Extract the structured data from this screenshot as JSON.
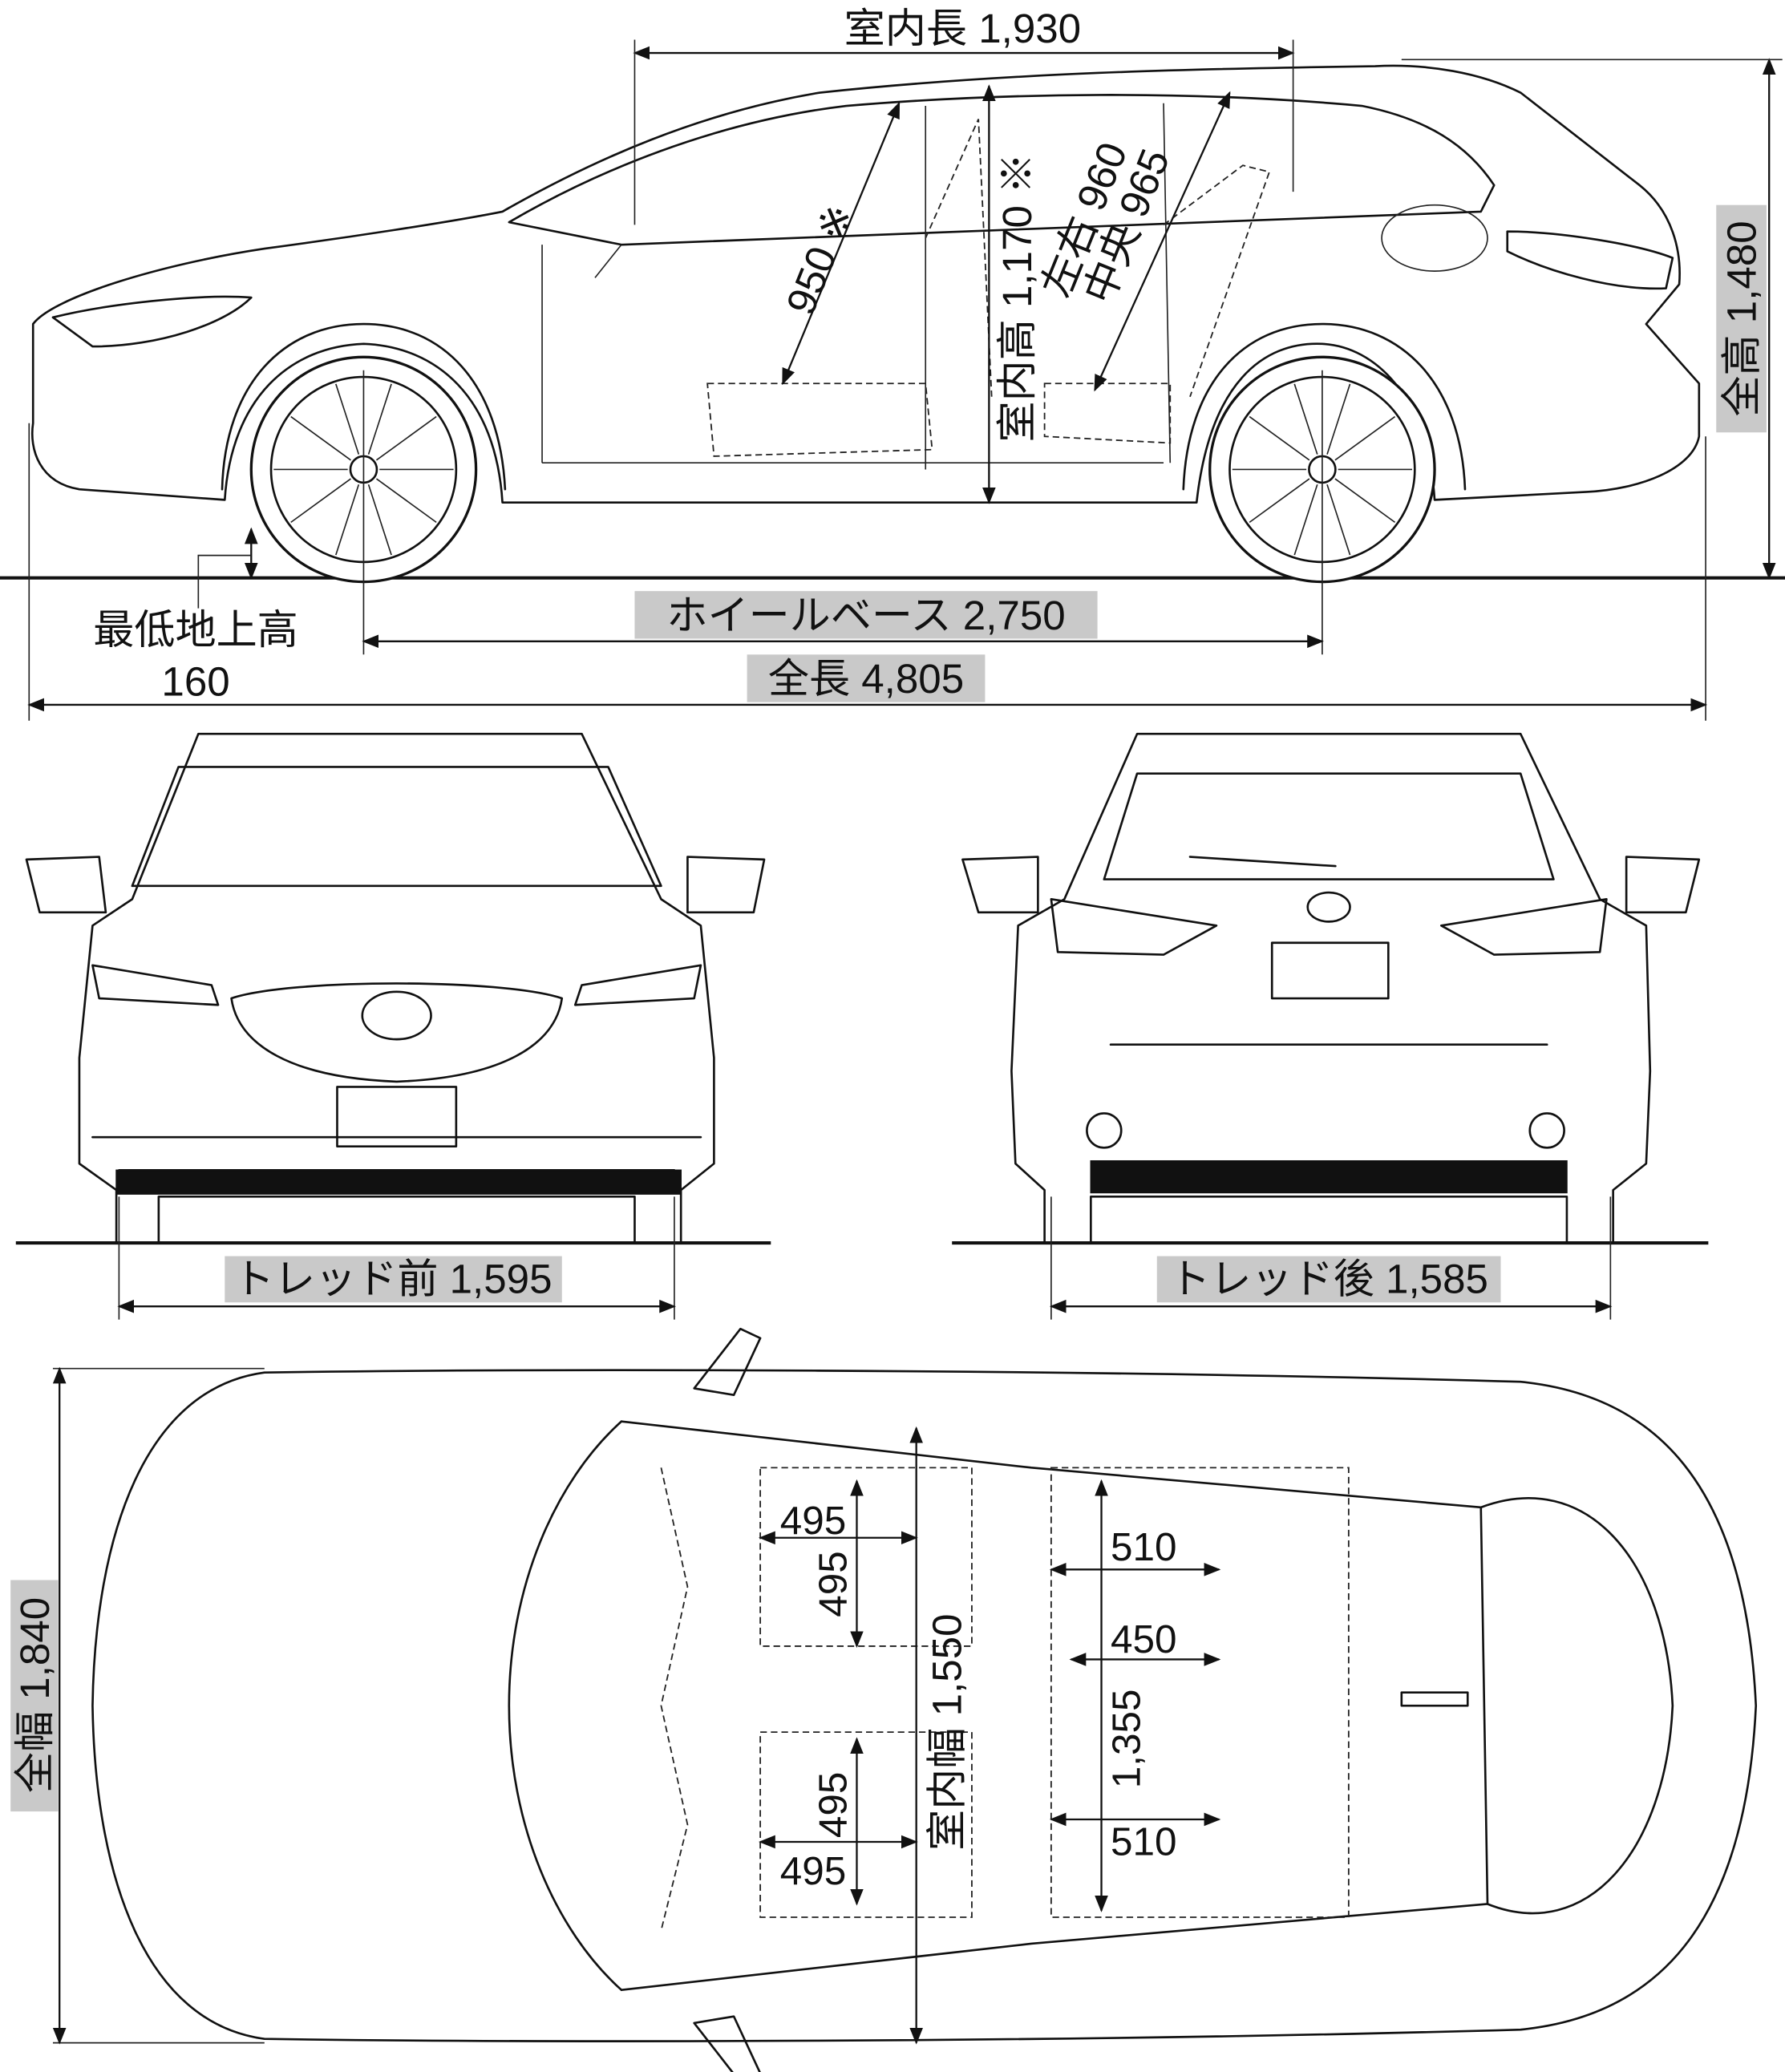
{
  "side_view": {
    "interior_length": "室内長 1,930",
    "front_seat_headroom": "950 ※",
    "interior_height": "室内高 1,170 ※",
    "rear_headroom_lr": "左右 960",
    "rear_headroom_center": "中央 965",
    "overall_height": "全高 1,480",
    "ground_clearance_label": "最低地上高",
    "ground_clearance_value": "160",
    "wheelbase": "ホイールベース 2,750",
    "overall_length": "全長 4,805"
  },
  "front_view": {
    "tread_front": "トレッド前 1,595"
  },
  "rear_view": {
    "tread_rear": "トレッド後 1,585"
  },
  "top_view": {
    "overall_width": "全幅 1,840",
    "interior_width": "室内幅 1,550",
    "front_seat_dims": [
      "495",
      "495",
      "495",
      "495"
    ],
    "rear_seat_width_upper": "510",
    "rear_center_width": "450",
    "rear_seat_span": "1,355",
    "rear_seat_width_lower": "510"
  }
}
